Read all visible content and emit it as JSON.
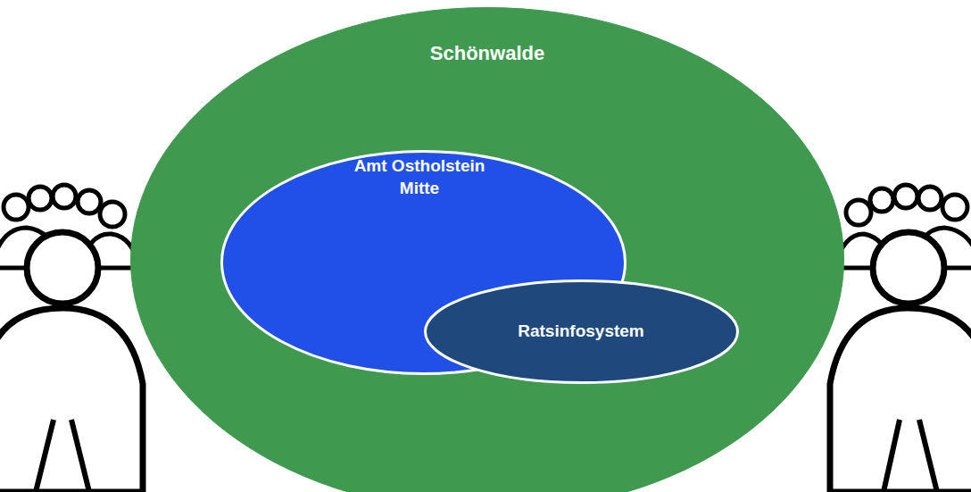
{
  "diagram": {
    "nodes": [
      {
        "text": [
          "Schönwalde"
        ]
      },
      {
        "text": [
          "Amt Ostholstein Mitte"
        ],
        "in": 0
      },
      {
        "text": [
          "Ratsinfosystem"
        ],
        "in": 0
      }
    ]
  }
}
